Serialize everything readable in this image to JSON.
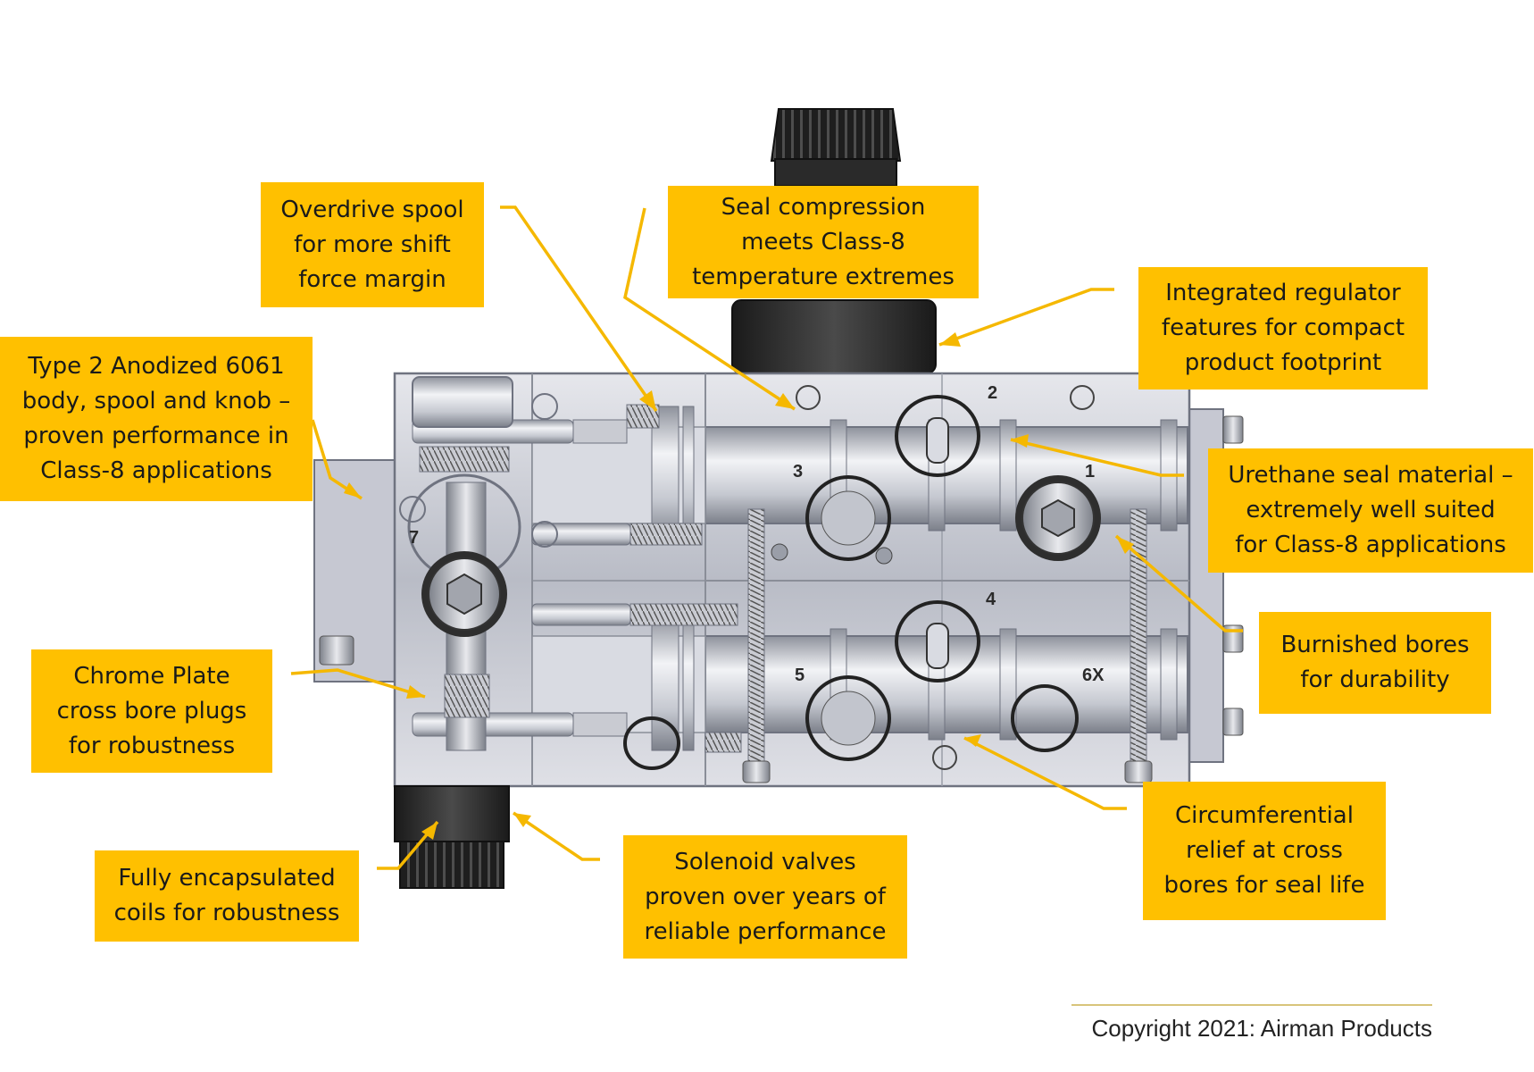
{
  "colors": {
    "callout_bg": "#FFC000",
    "leader": "#F5B800",
    "body_metal": "#C9CBD3",
    "dark_part": "#2B2B2B"
  },
  "callouts": {
    "overdrive": "Overdrive spool\nfor more shift\nforce margin",
    "seal_compression": "Seal compression\nmeets Class-8\ntemperature extremes",
    "regulator": "Integrated regulator\nfeatures for compact\nproduct footprint",
    "anodized": "Type 2 Anodized 6061\nbody, spool and knob –\nproven performance in\nClass-8 applications",
    "urethane": "Urethane seal material –\nextremely well suited\nfor Class-8 applications",
    "burnished": "Burnished bores\nfor durability",
    "chrome": "Chrome Plate\ncross bore plugs\nfor robustness",
    "circumferential": "Circumferential\nrelief at cross\nbores for seal life",
    "encapsulated": "Fully encapsulated\ncoils for robustness",
    "solenoid": "Solenoid valves\nproven over years of\nreliable performance"
  },
  "port_labels": {
    "p1": "1",
    "p2": "2",
    "p3": "3",
    "p4": "4",
    "p5": "5",
    "p6": "6X",
    "p7": "7"
  },
  "copyright": "Copyright 2021: Airman Products"
}
